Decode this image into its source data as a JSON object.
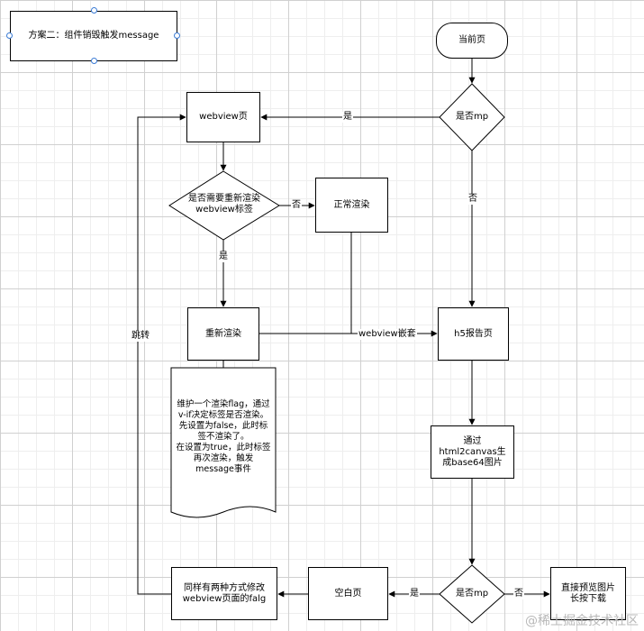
{
  "title_box": {
    "text": "方案二：组件销毁触发message"
  },
  "nodes": {
    "current_page": "当前页",
    "is_mp_top": "是否mp",
    "webview_page": "webview页",
    "need_rerender": "是否需要重新渲染\nwebview标签",
    "normal_render": "正常渲染",
    "rerender": "重新渲染",
    "h5_report": "h5报告页",
    "note": "维护一个渲染flag，通过\nv-if决定标签是否渲染。\n先设置为false，此时标\n签不渲染了。\n在设置为true，此时标签\n再次渲染，触发\nmessage事件",
    "html2canvas": "通过\nhtml2canvas生\n成base64图片",
    "is_mp_bottom": "是否mp",
    "preview": "直接预览图片\n长按下载",
    "blank_page": "空白页",
    "modify_flag": "同样有两种方式修改\nwebview页面的falg"
  },
  "edge_labels": {
    "yes_top": "是",
    "no_top": "否",
    "no_rerender": "否",
    "yes_rerender": "是",
    "webview_embed": "webview嵌套",
    "jump": "跳转",
    "yes_bottom": "是",
    "no_bottom": "否"
  },
  "watermark": "@稀土掘金技术社区"
}
